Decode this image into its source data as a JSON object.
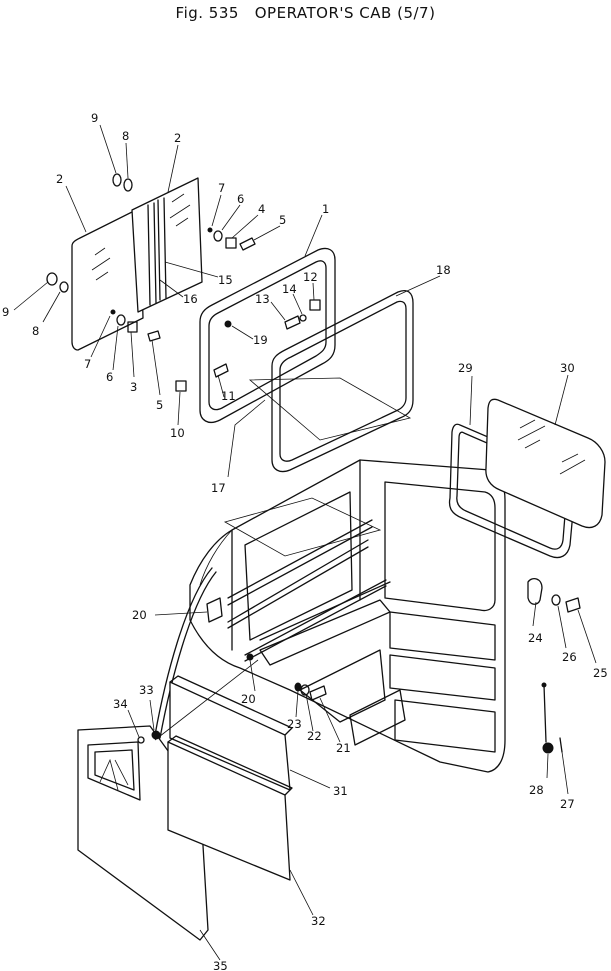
{
  "figure": {
    "number": "Fig. 535",
    "title": "OPERATOR'S CAB",
    "suffix": "(5/7)"
  },
  "callouts": [
    "1",
    "2",
    "3",
    "4",
    "5",
    "6",
    "7",
    "8",
    "9",
    "10",
    "11",
    "12",
    "13",
    "14",
    "15",
    "16",
    "17",
    "18",
    "19",
    "20",
    "21",
    "22",
    "23",
    "24",
    "25",
    "26",
    "27",
    "28",
    "29",
    "30",
    "31",
    "32",
    "33",
    "34",
    "35"
  ]
}
